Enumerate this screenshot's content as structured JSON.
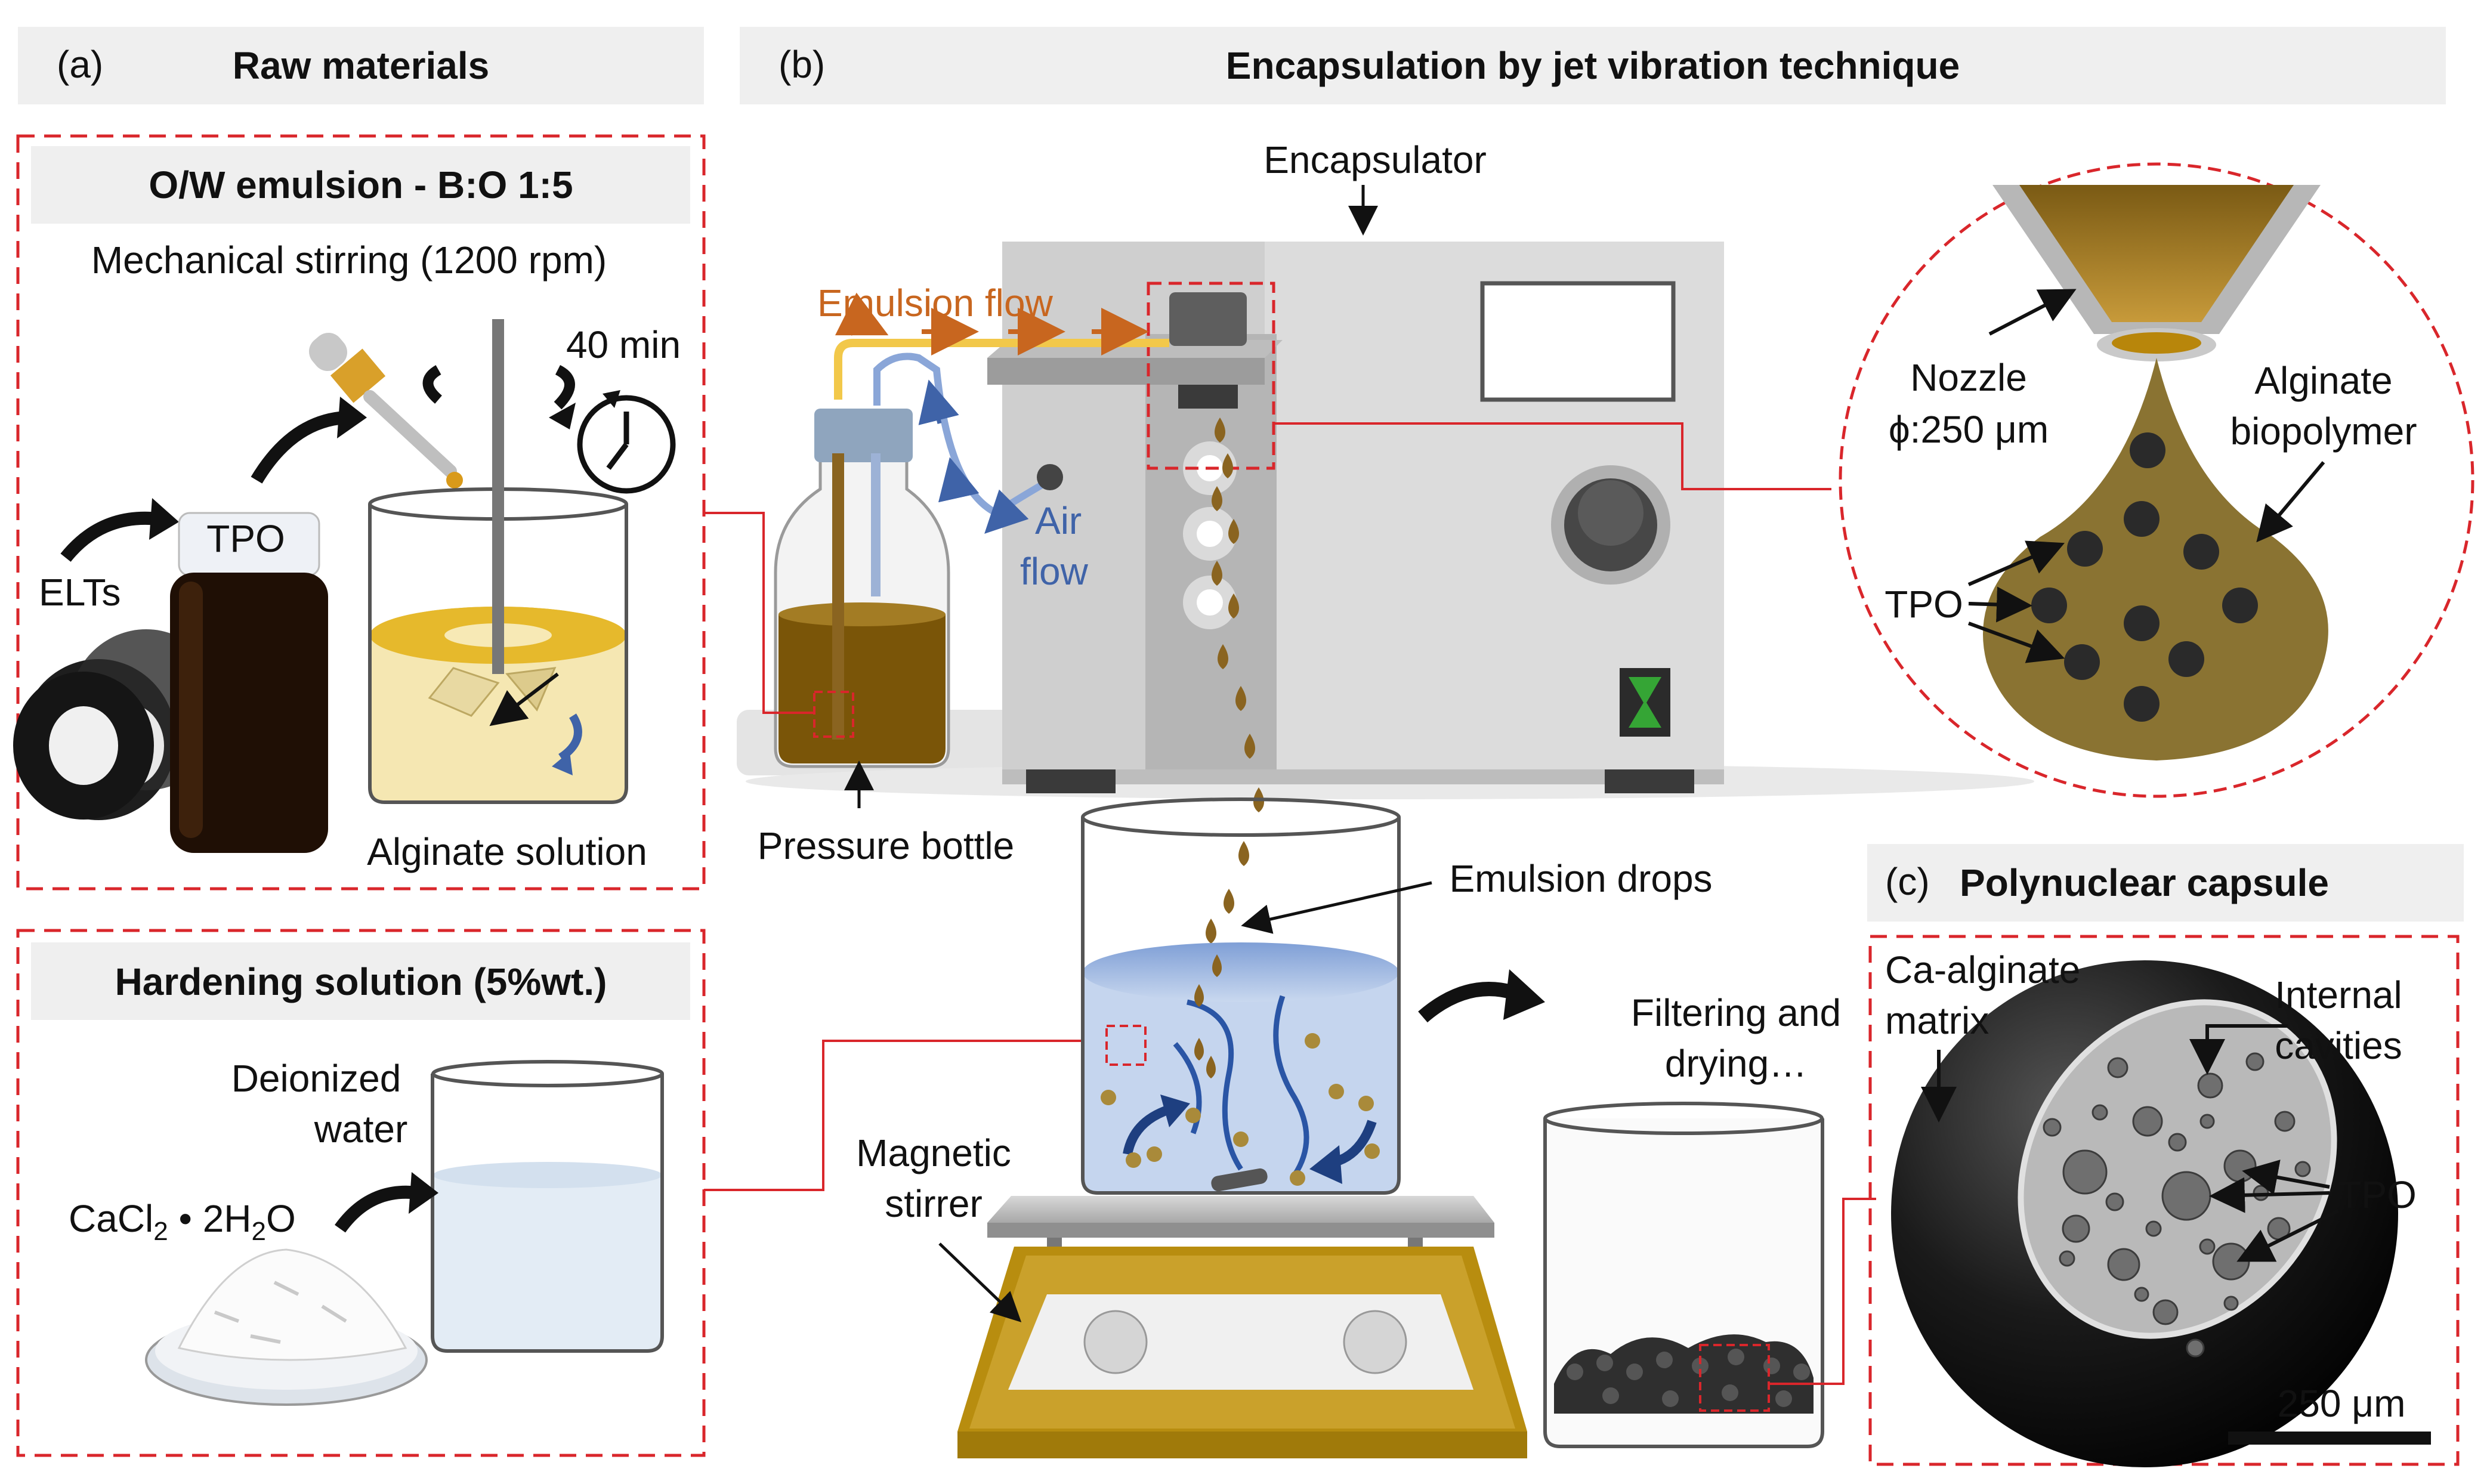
{
  "panels": {
    "a": {
      "letter": "(a)",
      "title": "Raw materials",
      "emulsion_box_title": "O/W emulsion - B:O 1:5",
      "stirring_label": "Mechanical stirring (1200 rpm)",
      "time_label": "40 min",
      "tpo_label": "TPO",
      "elts_label": "ELTs",
      "alginate_label": "Alginate solution",
      "hardening_box_title": "Hardening solution (5%wt.)",
      "water_label_1": "Deionized",
      "water_label_2": "water",
      "cacl_prefix": "CaCl",
      "cacl_sub": "2",
      "cacl_mid": " • 2H",
      "cacl_sub2": "2",
      "cacl_suffix": "O"
    },
    "b": {
      "letter": "(b)",
      "title": "Encapsulation by jet vibration technique",
      "encapsulator_label": "Encapsulator",
      "emulsion_flow_label": "Emulsion flow",
      "air_flow_label_1": "Air",
      "air_flow_label_2": "flow",
      "pressure_bottle_label": "Pressure bottle",
      "nozzle_label_1": "Nozzle",
      "nozzle_label_2": "ϕ:250 μm",
      "alginate_label_1": "Alginate",
      "alginate_label_2": "biopolymer",
      "tpo_label": "TPO",
      "emulsion_drops_label": "Emulsion drops",
      "magnetic_label_1": "Magnetic",
      "magnetic_label_2": "stirrer",
      "filtering_label_1": "Filtering and",
      "filtering_label_2": "drying…"
    },
    "c": {
      "letter": "(c)",
      "title": "Polynuclear capsule",
      "matrix_label_1": "Ca-alginate",
      "matrix_label_2": "matrix",
      "cavities_label_1": "Internal",
      "cavities_label_2": "cavities",
      "tpo_label": "TPO",
      "scale_label": "250 μm"
    }
  },
  "colors": {
    "header_bg": "#efefef",
    "dashed_red": "#d9262b",
    "oil_brown": "#8a6420",
    "dark_oil": "#2a1605",
    "emulsion_orange": "#c8661f",
    "air_blue": "#3f63a8",
    "gold": "#b8860b",
    "machine_grey": "#dedede",
    "water_blue": "#b5c9e8"
  }
}
